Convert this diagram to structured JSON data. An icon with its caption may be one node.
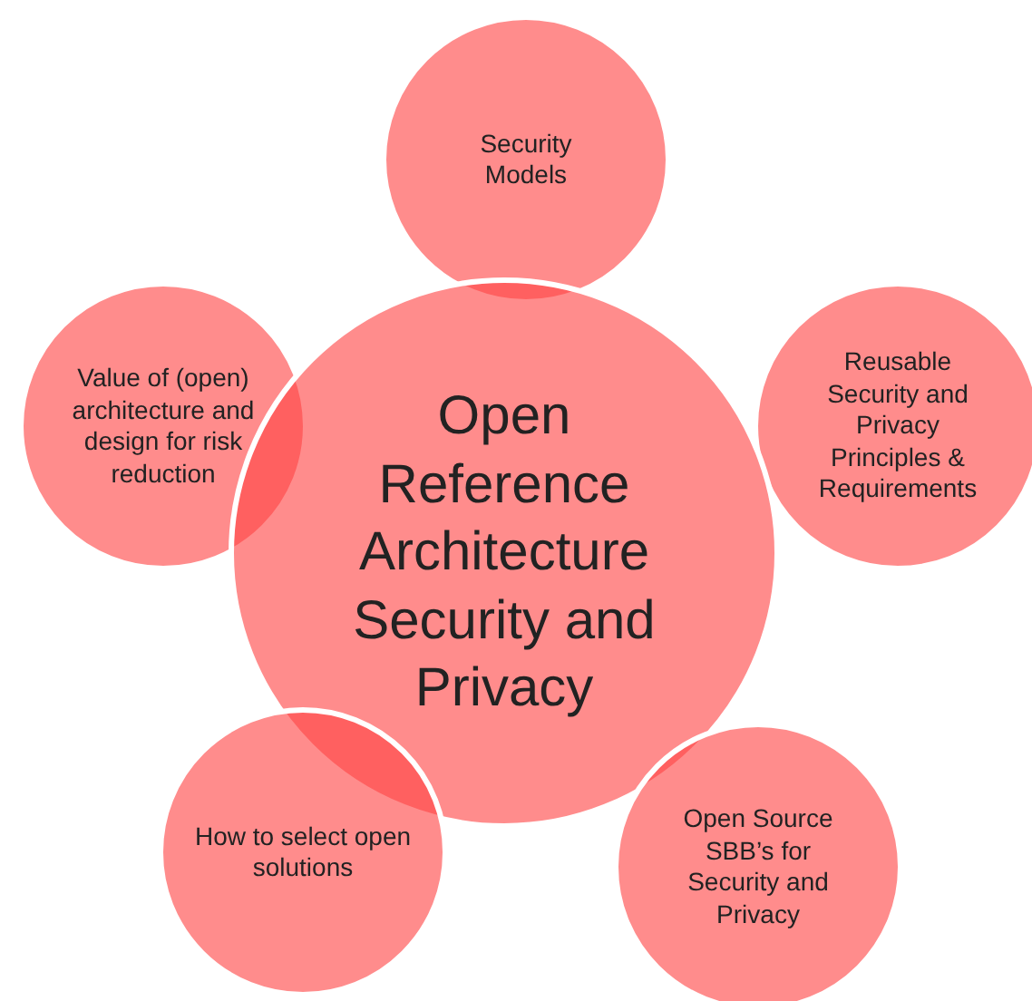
{
  "diagram": {
    "nodes": [
      {
        "text": [
          "Security Models"
        ]
      },
      {
        "text": [
          "Value of (open) architecture and design for risk reduction"
        ]
      },
      {
        "text": [
          "Reusable Security and Privacy Principles & Requirements"
        ]
      },
      {
        "text": [
          "Open Reference Architecture Security and Privacy"
        ]
      },
      {
        "text": [
          "Open Source SBB’s for Security and Privacy"
        ]
      },
      {
        "text": [
          "How to select open solutions"
        ]
      }
    ]
  }
}
